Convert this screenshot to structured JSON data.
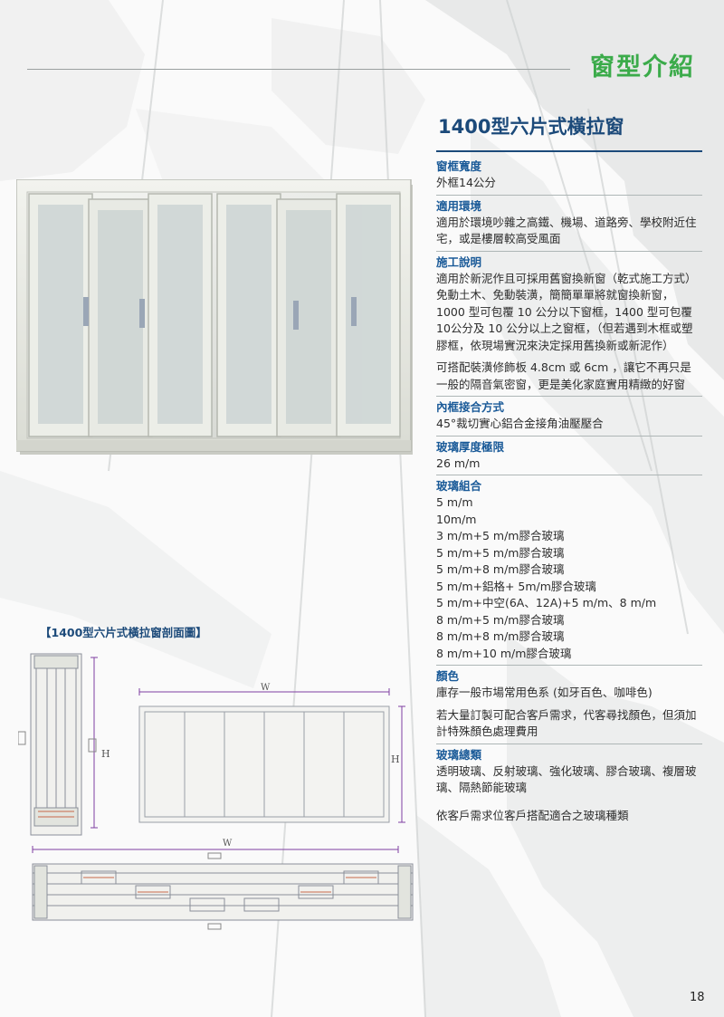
{
  "header": {
    "title": "窗型介紹"
  },
  "product": {
    "title": "1400型六片式橫拉窗"
  },
  "specs": {
    "frame_width": {
      "label": "窗框寬度",
      "value": "外框14公分"
    },
    "environment": {
      "label": "適用環境",
      "text": "適用於環境吵雜之高鐵、機場、道路旁、學校附近住宅，或是樓層較高受風面"
    },
    "installation": {
      "label": "施工說明",
      "p1": "適用於新泥作且可採用舊窗換新窗（乾式施工方式）免動土木、免動裝潢，簡簡單單將就窗換新窗，1000 型可包覆 10 公分以下窗框，1400 型可包覆 10公分及 10 公分以上之窗框，（但若遇到木框或塑膠框，依現場實況來決定採用舊換新或新泥作）",
      "p2": "可搭配裝潢修飾板 4.8cm 或 6cm ，讓它不再只是一般的隔音氣密窗，更是美化家庭實用精緻的好窗"
    },
    "inner_frame": {
      "label": "內框接合方式",
      "value": "45°裁切實心鋁合金接角油壓壓合"
    },
    "glass_limit": {
      "label": "玻璃厚度極限",
      "value": "26 m/m"
    },
    "glass_combo": {
      "label": "玻璃組合",
      "items": [
        "5 m/m",
        "10m/m",
        "3 m/m+5 m/m膠合玻璃",
        "5 m/m+5 m/m膠合玻璃",
        "5 m/m+8 m/m膠合玻璃",
        "5 m/m+鋁格+ 5m/m膠合玻璃",
        "5 m/m+中空(6A、12A)+5 m/m、8 m/m",
        "8 m/m+5 m/m膠合玻璃",
        "8 m/m+8 m/m膠合玻璃",
        "8 m/m+10 m/m膠合玻璃"
      ]
    },
    "color": {
      "label": "顏色",
      "p1": "庫存一般市場常用色系 (如牙百色、咖啡色)",
      "p2": "若大量訂製可配合客戶需求，代客尋找顏色，但須加計特殊顏色處理費用"
    },
    "glass_types": {
      "label": "玻璃總類",
      "p1": "透明玻璃、反射玻璃、強化玻璃、膠合玻璃、複層玻璃、隔熱節能玻璃",
      "p2": "依客戶需求位客戶搭配適合之玻璃種類"
    }
  },
  "drawing": {
    "caption": "【1400型六片式橫拉窗剖面圖】",
    "dim_w": "W",
    "dim_h": "H"
  },
  "footer": {
    "page_number": "18"
  },
  "colors": {
    "title_green": "#3bab4a",
    "label_blue": "#1a5a98",
    "title_navy": "#1c4a7a",
    "frame": "#e9ebe4"
  }
}
